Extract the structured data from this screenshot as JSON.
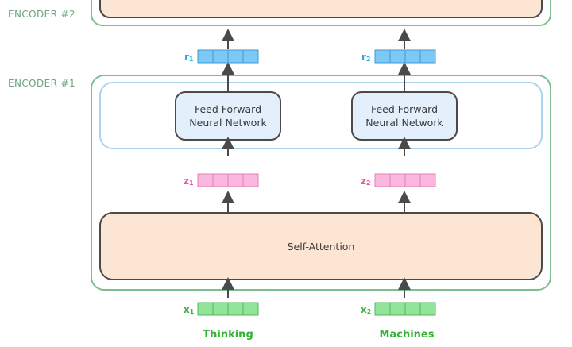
{
  "encoders": {
    "encoder2_label": "ENCODER #2",
    "encoder1_label": "ENCODER #1"
  },
  "self_attention": {
    "label": "Self-Attention"
  },
  "ffnn": [
    {
      "line1": "Feed Forward",
      "line2": "Neural Network"
    },
    {
      "line1": "Feed Forward",
      "line2": "Neural Network"
    }
  ],
  "vectors": {
    "r": [
      {
        "letter": "r",
        "sub": "1"
      },
      {
        "letter": "r",
        "sub": "2"
      }
    ],
    "z": [
      {
        "letter": "z",
        "sub": "1"
      },
      {
        "letter": "z",
        "sub": "2"
      }
    ],
    "x": [
      {
        "letter": "x",
        "sub": "1"
      },
      {
        "letter": "x",
        "sub": "2"
      }
    ]
  },
  "words": [
    "Thinking",
    "Machines"
  ],
  "colors": {
    "encoder_border": "#7fbf8f",
    "encoder_label": "#6aa77c",
    "ffnn_container_border": "#a8d4ee",
    "ffnn_box_fill": "#e3f0fb",
    "box_border": "#4a4a4a",
    "self_attention_fill": "#fde5d3",
    "r_fill": "#7ec8f5",
    "r_stroke": "#3b9ad9",
    "r_label": "#2fa8d8",
    "z_fill": "#fbb8de",
    "z_stroke": "#e47fb6",
    "z_label": "#e0559f",
    "x_fill": "#93e39a",
    "x_stroke": "#4fb85a",
    "x_label": "#3cb044",
    "word": "#33b233",
    "arrow": "#4a4a4a"
  },
  "vector_cells": 4
}
